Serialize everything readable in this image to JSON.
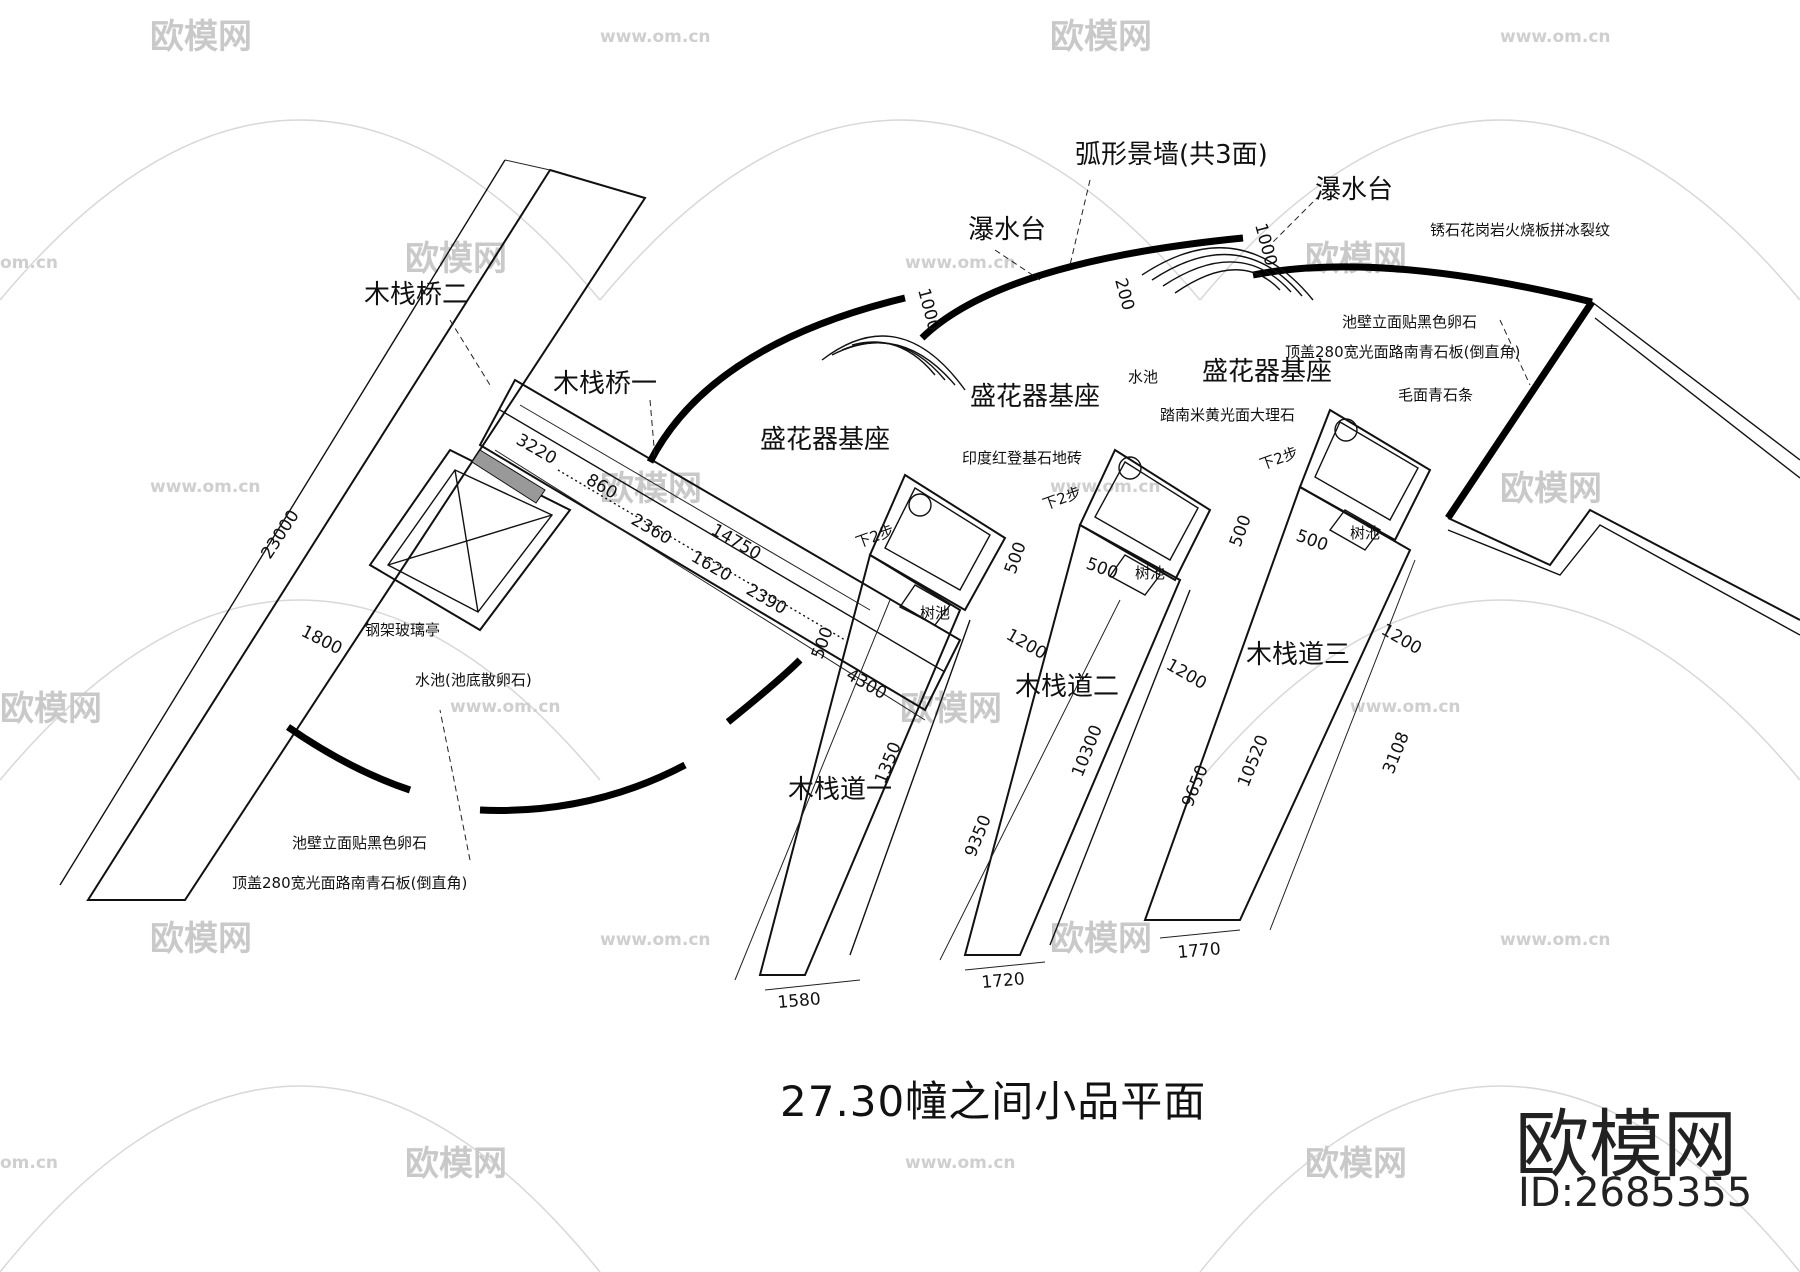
{
  "title": "27.30幢之间小品平面",
  "brand": {
    "name": "欧模网",
    "id": "ID:2685355"
  },
  "watermark": {
    "text": "欧模网",
    "url": "www.om.cn",
    "url_short": "om.cn"
  },
  "labels": {
    "arc_wall": "弧形景墙(共3面)",
    "waterfall_left": "瀑水台",
    "waterfall_right": "瀑水台",
    "bridge_two": "木栈桥二",
    "bridge_one": "木栈桥一",
    "planter_base_1": "盛花器基座",
    "planter_base_2": "盛花器基座",
    "planter_base_3": "盛花器基座",
    "walkway_one": "木栈道一",
    "walkway_two": "木栈道二",
    "walkway_three": "木栈道三",
    "pavilion": "钢架玻璃亭",
    "pool_bottom": "水池(池底散卵石)",
    "step_down_1": "下2步",
    "step_down_2": "下2步",
    "step_down_3": "下2步",
    "tree_pit_1": "树池",
    "tree_pit_2": "树池",
    "tree_pit_3": "树池",
    "pool_label": "水池",
    "granite_floor": "锈石花岗岩火烧板拼冰裂纹",
    "pool_wall_right_1": "池壁立面贴黑色卵石",
    "pool_wall_right_2": "顶盖280宽光面路南青石板(倒直角)",
    "marble": "踏南米黄光面大理石",
    "rough_stone": "毛面青石条",
    "red_granite": "印度红登基石地砖",
    "pool_wall_left_1": "池壁立面贴黑色卵石",
    "pool_wall_left_2": "顶盖280宽光面路南青石板(倒直角)"
  },
  "dimensions": {
    "d23000": "23000",
    "d1800": "1800",
    "d3220": "3220",
    "d860": "860",
    "d2360": "2360",
    "d1620": "1620",
    "d2390": "2390",
    "d14750": "14750",
    "d500a": "500",
    "d4300": "4300",
    "d1350": "1350",
    "d500b": "500",
    "d1200a": "1200",
    "d500c": "500",
    "d1200b": "1200",
    "d500d": "500",
    "d500e": "500",
    "d1200c": "1200",
    "d9350": "9350",
    "d10300": "10300",
    "d9650": "9650",
    "d10520": "10520",
    "d3108": "3108",
    "d1580": "1580",
    "d1720": "1720",
    "d1770": "1770",
    "d1000a": "1000",
    "d200": "200",
    "d1000b": "1000"
  }
}
